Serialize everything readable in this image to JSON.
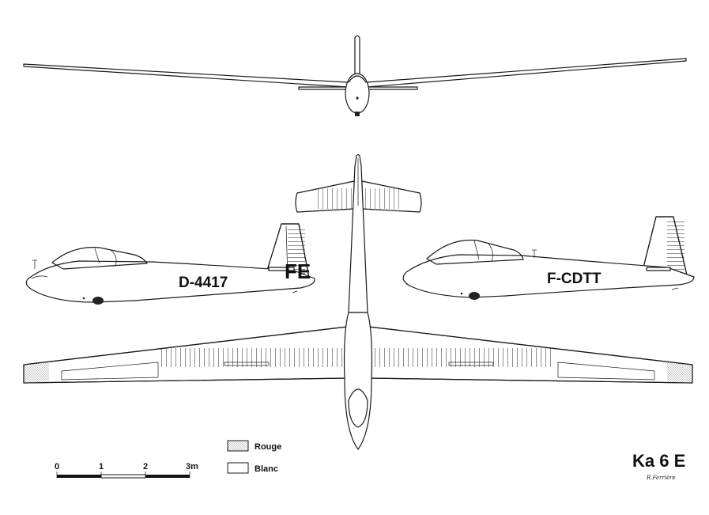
{
  "title": "Ka 6 E",
  "signature": "R.Ferrière",
  "registrations": {
    "left_side_view": "D-4417",
    "left_tail_letters": "FE",
    "right_side_view": "F-CDTT"
  },
  "legend": [
    {
      "label": "Rouge",
      "color": "#c8c8c8"
    },
    {
      "label": "Blanc",
      "color": "#ffffff"
    }
  ],
  "scale": {
    "ticks": [
      "0",
      "1",
      "2",
      "3m"
    ]
  }
}
